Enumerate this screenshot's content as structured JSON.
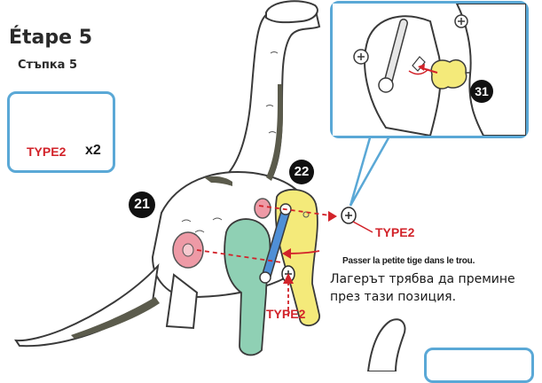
{
  "step": {
    "title": "Étape 5",
    "subtitle": "Стъпка 5"
  },
  "parts_box": {
    "type_label": "TYPE2",
    "quantity": "x2",
    "icon": "screw-icon"
  },
  "callouts": {
    "part_21": "21",
    "part_22": "22",
    "part_31": "31"
  },
  "screw_labels": {
    "right": "TYPE2",
    "bottom": "TYPE2"
  },
  "instruction": {
    "fr": "Passer la petite tige dans le trou.",
    "bg": "Лагерът трябва да премине през тази позиция."
  },
  "colors": {
    "accent_blue": "#5aa8d6",
    "type_red": "#d2232a",
    "leg_green": "#8fd0b4",
    "leg_yellow": "#f4ea7a",
    "axle_blue": "#4f8fd6",
    "disc_pink": "#ee9aa6"
  }
}
